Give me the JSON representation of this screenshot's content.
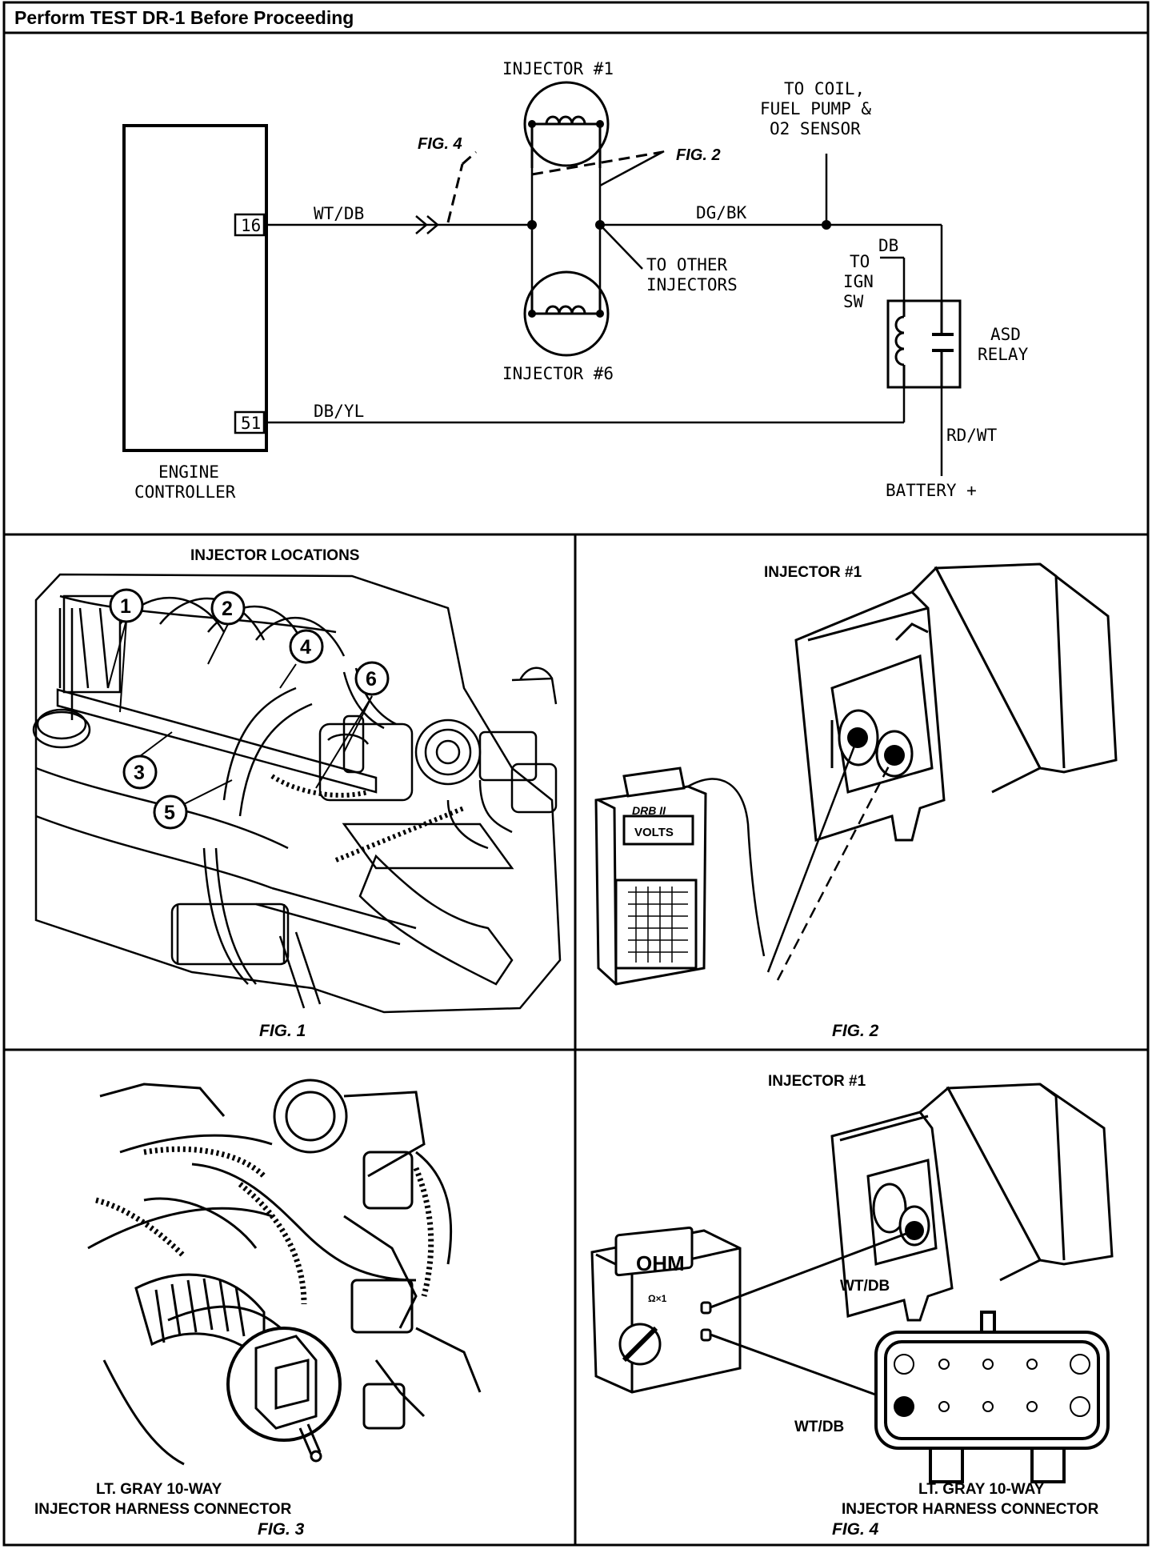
{
  "header": {
    "title": "Perform TEST DR-1 Before Proceeding"
  },
  "schematic": {
    "engine_controller": [
      "ENGINE",
      "CONTROLLER"
    ],
    "pin_16": "16",
    "pin_51": "51",
    "wire_wt_db": "WT/DB",
    "wire_db_yl": "DB/YL",
    "wire_dg_bk": "DG/BK",
    "wire_db": "DB",
    "wire_rd_wt": "RD/WT",
    "injector_1": "INJECTOR #1",
    "injector_6": "INJECTOR #6",
    "fig4_ref": "FIG. 4",
    "fig2_ref": "FIG. 2",
    "to_coil": [
      "TO COIL,",
      "FUEL PUMP &",
      "O2 SENSOR"
    ],
    "to_other": [
      "TO OTHER",
      "INJECTORS"
    ],
    "to_ign": [
      "TO",
      "IGN",
      "SW"
    ],
    "asd_relay": [
      "ASD",
      "RELAY"
    ],
    "battery": "BATTERY +"
  },
  "fig1": {
    "title": "INJECTOR LOCATIONS",
    "caption": "FIG. 1",
    "callouts": [
      "1",
      "2",
      "3",
      "4",
      "5",
      "6"
    ]
  },
  "fig2": {
    "title": "INJECTOR #1",
    "caption": "FIG. 2",
    "meter_brand": "DRB II",
    "meter_display": "VOLTS"
  },
  "fig3": {
    "label": [
      "LT. GRAY 10-WAY",
      "INJECTOR HARNESS CONNECTOR"
    ],
    "caption": "FIG. 3"
  },
  "fig4": {
    "title": "INJECTOR #1",
    "caption": "FIG. 4",
    "meter_display": "OHM",
    "range": "Ω×1",
    "wire_top": "WT/DB",
    "wire_left": "WT/DB",
    "label": [
      "LT. GRAY 10-WAY",
      "INJECTOR HARNESS CONNECTOR"
    ]
  }
}
